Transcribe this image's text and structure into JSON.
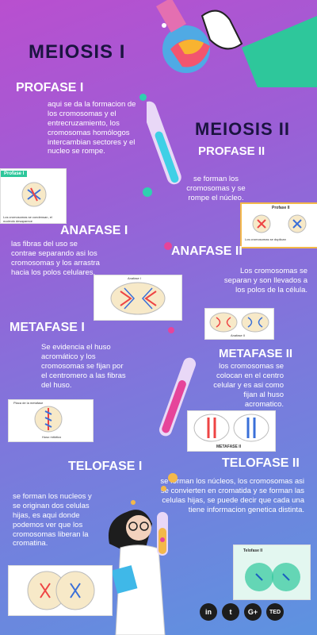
{
  "main_title": "MEIOSIS  I",
  "second_title": "MEIOSIS II",
  "profase1": {
    "heading": "PROFASE  I",
    "text": "aqui se da la formacion de los cromosomas y el entrecruzamiento, los cromosomas homólogos intercambian sectores y el nucleo se rompe.",
    "thumb_title": "Profase I",
    "thumb_caption": "Los cromosomas se condensan, el nucleolo desaparece"
  },
  "profase2": {
    "heading": "PROFASE  II",
    "text": "se forman los cromosomas y se rompe el núcleo.",
    "thumb_title": "Profase II",
    "thumb_caption": "Los cromosomas se duplican"
  },
  "anafase1": {
    "heading": "ANAFASE I",
    "text": "las fibras del uso se contrae separando asi los cromosomas y los arrastra hacia los polos celulares.",
    "thumb_title": "Anafase I"
  },
  "anafase2": {
    "heading": "ANAFASE II",
    "text": "Los cromosomas se separan y son llevados a los polos de la célula.",
    "thumb_title": "Anafase II"
  },
  "metafase1": {
    "heading": "METAFASE I",
    "text": "Se evidencia el huso acromático y los cromosomas se fijan por el centromero a las fibras del huso.",
    "thumb_title": "Placa de la metafase",
    "thumb_caption": "Huso mitótico"
  },
  "metafase2": {
    "heading": "METAFASE II",
    "text": "los cromosomas  se colocan en el centro celular y es asi como fijan al huso acromatico.",
    "thumb_title": "METAFASE II"
  },
  "telofase1": {
    "heading": "TELOFASE I",
    "text": "se forman los nucleos y se originan dos celulas hijas, es aqui donde podemos ver que los cromosomas liberan la cromatina."
  },
  "telofase2": {
    "heading": "TELOFASE II",
    "text": "se  forman los núcleos, los cromosomas asi se convierten en cromatida y se forman las celulas hijas, se puede decir que cada una tiene informacion genetica distinta.",
    "thumb_title": "Telofase II"
  },
  "social": [
    "in",
    "t",
    "G+",
    "TED"
  ]
}
